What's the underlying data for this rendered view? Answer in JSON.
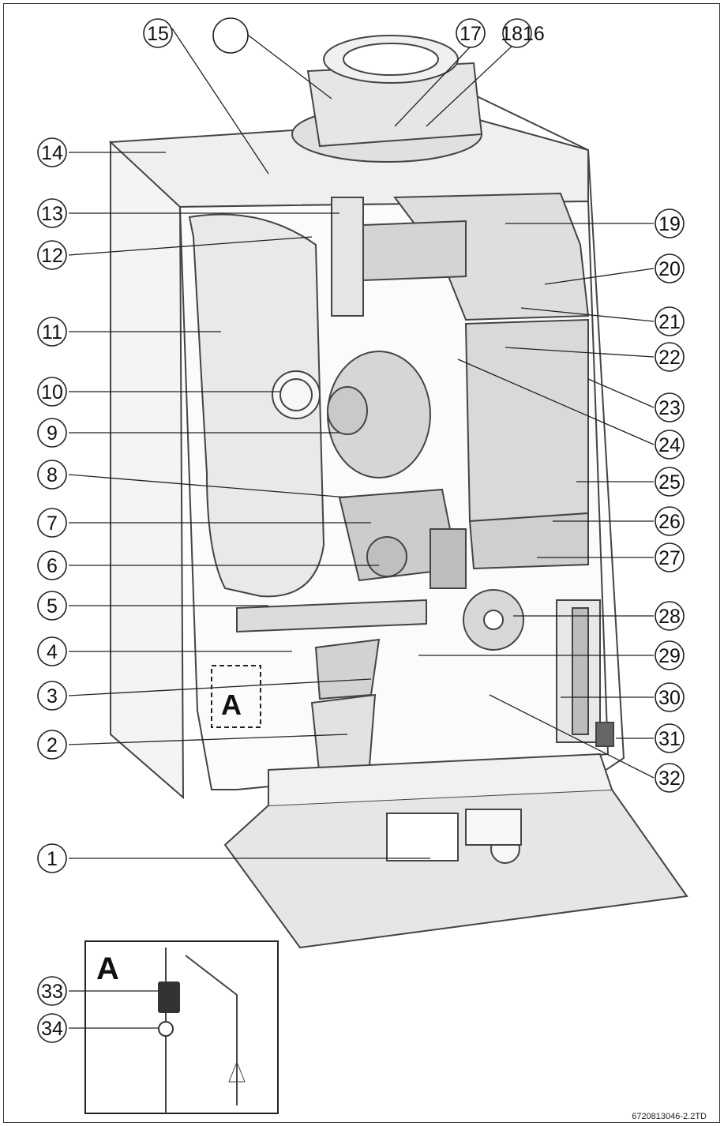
{
  "colors": {
    "stroke": "#222222",
    "outline": "#444444",
    "panel": "#e6e6e6",
    "dark": "#555555",
    "background": "#ffffff"
  },
  "callouts": [
    "1",
    "2",
    "3",
    "4",
    "5",
    "6",
    "7",
    "8",
    "9",
    "10",
    "11",
    "12",
    "13",
    "14",
    "15",
    "17",
    "1816",
    "19",
    "20",
    "21",
    "22",
    "23",
    "24",
    "25",
    "26",
    "27",
    "28",
    "29",
    "30",
    "31",
    "32",
    "33",
    "34"
  ],
  "inset": {
    "label": "A"
  },
  "detail_marker": "A",
  "reference_code": "6720813046-2.2TD"
}
